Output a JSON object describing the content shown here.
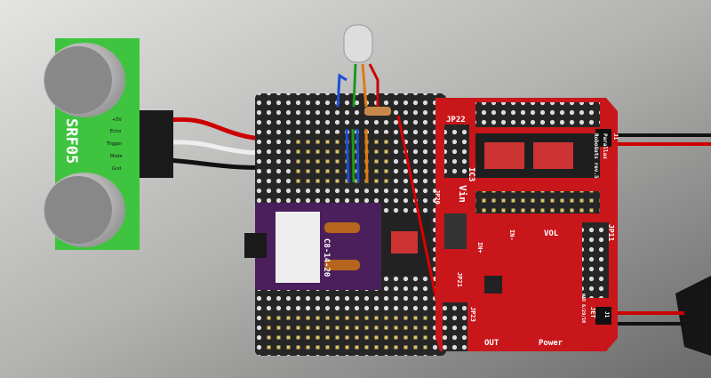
{
  "sensor": {
    "name": "SRF05",
    "pins": [
      "+5V",
      "Echo",
      "Trigger",
      "Mode",
      "Gnd"
    ]
  },
  "chip_board": {
    "label": "C8-14-20"
  },
  "shield": {
    "labels": {
      "jp22": "JP22",
      "ic3": "IC3",
      "vin": "Vin",
      "jp20": "JP20",
      "jp21": "JP21",
      "jp23": "JP23",
      "jp11": "JP11",
      "vol": "VOL",
      "in_plus": "IN+",
      "in_minus": "IN-",
      "out": "OUT",
      "power": "Power",
      "j1_top": "J1",
      "j1_bottom": "J1",
      "brand": "Parallax",
      "model": "RoboGuts rev.5",
      "maker": "JET",
      "date": "WAD 6/29/10"
    }
  },
  "colors": {
    "shield": "#c8161b",
    "sensor": "#3fc43f",
    "chip_board": "#4a1f5c",
    "protoboard": "#2a2a2a"
  }
}
